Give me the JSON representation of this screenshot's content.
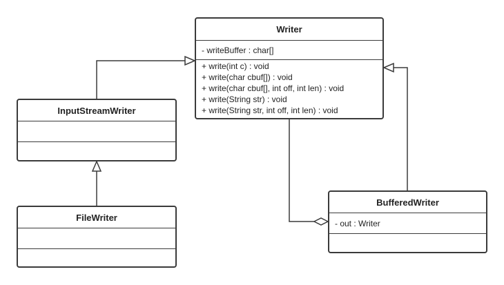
{
  "classes": {
    "writer": {
      "name": "Writer",
      "attributes": [
        "- writeBuffer : char[]"
      ],
      "methods": [
        "+ write(int c) : void",
        "+ write(char cbuf[]) : void",
        "+ write(char cbuf[], int off, int len) : void",
        "+ write(String str) : void",
        "+ write(String str, int off, int len) : void"
      ]
    },
    "input_stream_writer": {
      "name": "InputStreamWriter",
      "attributes": [],
      "methods": []
    },
    "file_writer": {
      "name": "FileWriter",
      "attributes": [],
      "methods": []
    },
    "buffered_writer": {
      "name": "BufferedWriter",
      "attributes": [
        "- out :  Writer"
      ],
      "methods": []
    }
  },
  "relationships": [
    {
      "from": "InputStreamWriter",
      "to": "Writer",
      "type": "generalization"
    },
    {
      "from": "FileWriter",
      "to": "InputStreamWriter",
      "type": "generalization"
    },
    {
      "from": "BufferedWriter",
      "to": "Writer",
      "type": "generalization"
    },
    {
      "from": "BufferedWriter",
      "to": "Writer",
      "type": "aggregation"
    }
  ],
  "colors": {
    "line": "#3a3a3a",
    "background": "#ffffff",
    "text": "#222222"
  }
}
